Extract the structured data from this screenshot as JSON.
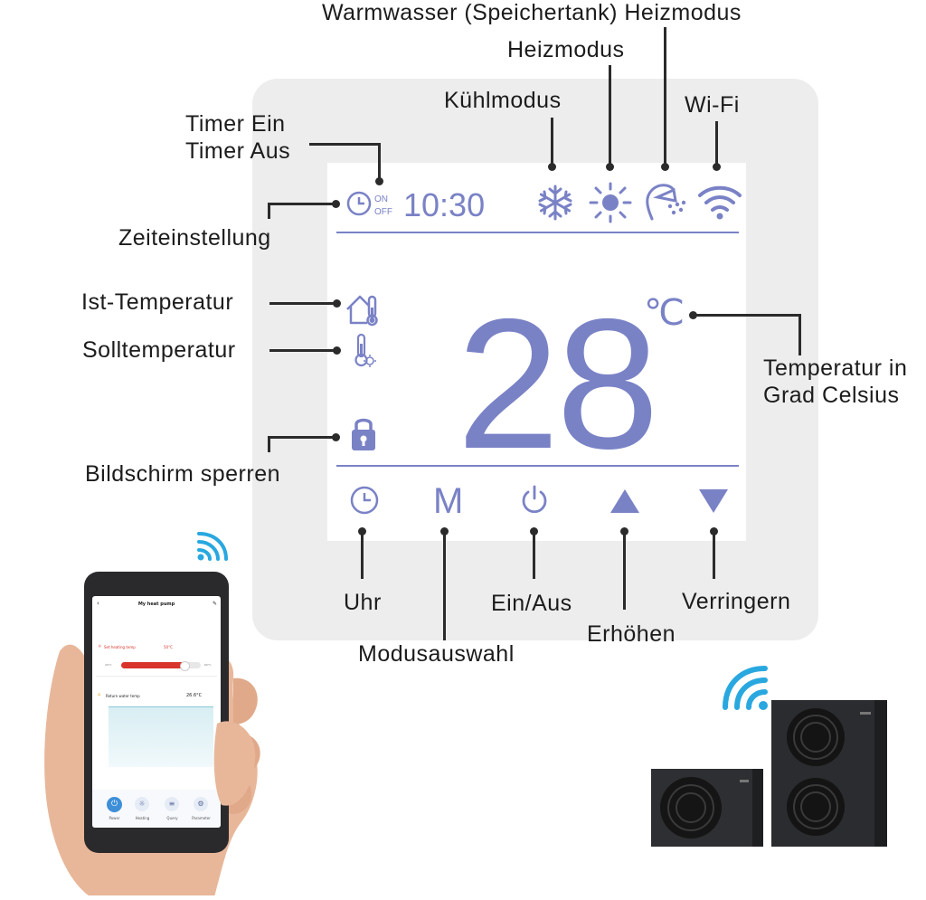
{
  "callouts": {
    "warmwasser": "Warmwasser (Speichertank) Heizmodus",
    "heizmodus": "Heizmodus",
    "kuehlmodus": "Kühlmodus",
    "wifi": "Wi-Fi",
    "timer_ein": "Timer Ein",
    "timer_aus": "Timer Aus",
    "zeiteinstellung": "Zeiteinstellung",
    "ist_temperatur": "Ist-Temperatur",
    "solltemperatur": "Solltemperatur",
    "temperatur_celsius_1": "Temperatur in",
    "temperatur_celsius_2": "Grad Celsius",
    "bildschirm_sperren": "Bildschirm sperren",
    "uhr": "Uhr",
    "ein_aus": "Ein/Aus",
    "verringern": "Verringern",
    "erhoehen": "Erhöhen",
    "modusauswahl": "Modusauswahl"
  },
  "display": {
    "on_label": "ON",
    "off_label": "OFF",
    "time": "10:30",
    "temperature": "28",
    "unit": "℃",
    "mode_button": "M"
  },
  "app": {
    "title": "My heat pump",
    "set_heating_label": "Set heating temp",
    "set_heating_value": "50°C",
    "slider_min": "20°C",
    "slider_max": "60°C",
    "slider_level": 0.8,
    "return_water_label": "Return water temp",
    "return_water_value": "26.6°C",
    "nav": [
      "Power",
      "Heating",
      "Query",
      "Parameter"
    ]
  },
  "colors": {
    "lcd": "#7a82c6",
    "app_accent": "#d9342b",
    "wifi_blue": "#29a8e0"
  }
}
